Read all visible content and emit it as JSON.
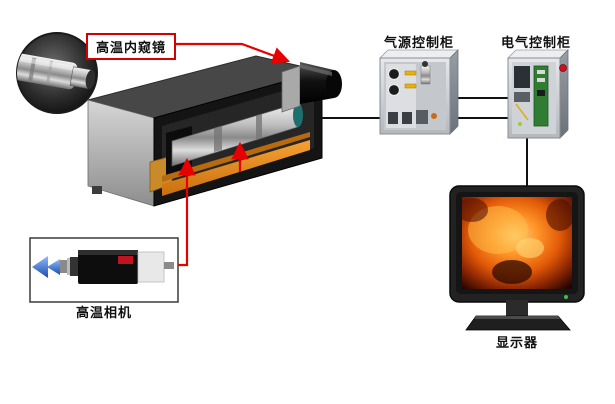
{
  "labels": {
    "endoscope": "高温内窥镜",
    "air_cabinet": "气源控制柜",
    "electric_cabinet": "电气控制柜",
    "camera": "高温相机",
    "monitor": "显示器"
  },
  "colors": {
    "arrow_red": "#e60000",
    "line_black": "#111111",
    "label_border_red": "#d40000",
    "rail_orange": "#e8891a",
    "screen_orange": "#ff8c1a",
    "arrow_blue": "#2f6fd6",
    "pcb_green": "#2f7d32"
  },
  "connections": [
    {
      "from": "endoscope-label",
      "to": "main-unit-lens",
      "style": "red-arrow"
    },
    {
      "from": "camera-inset",
      "to": "main-unit-interior",
      "style": "red-arrow"
    },
    {
      "from": "main-unit",
      "to": "electric-cabinet",
      "style": "black-line"
    },
    {
      "from": "air-cabinet",
      "to": "electric-cabinet",
      "style": "black-line"
    },
    {
      "from": "electric-cabinet",
      "to": "monitor",
      "style": "black-line"
    }
  ]
}
